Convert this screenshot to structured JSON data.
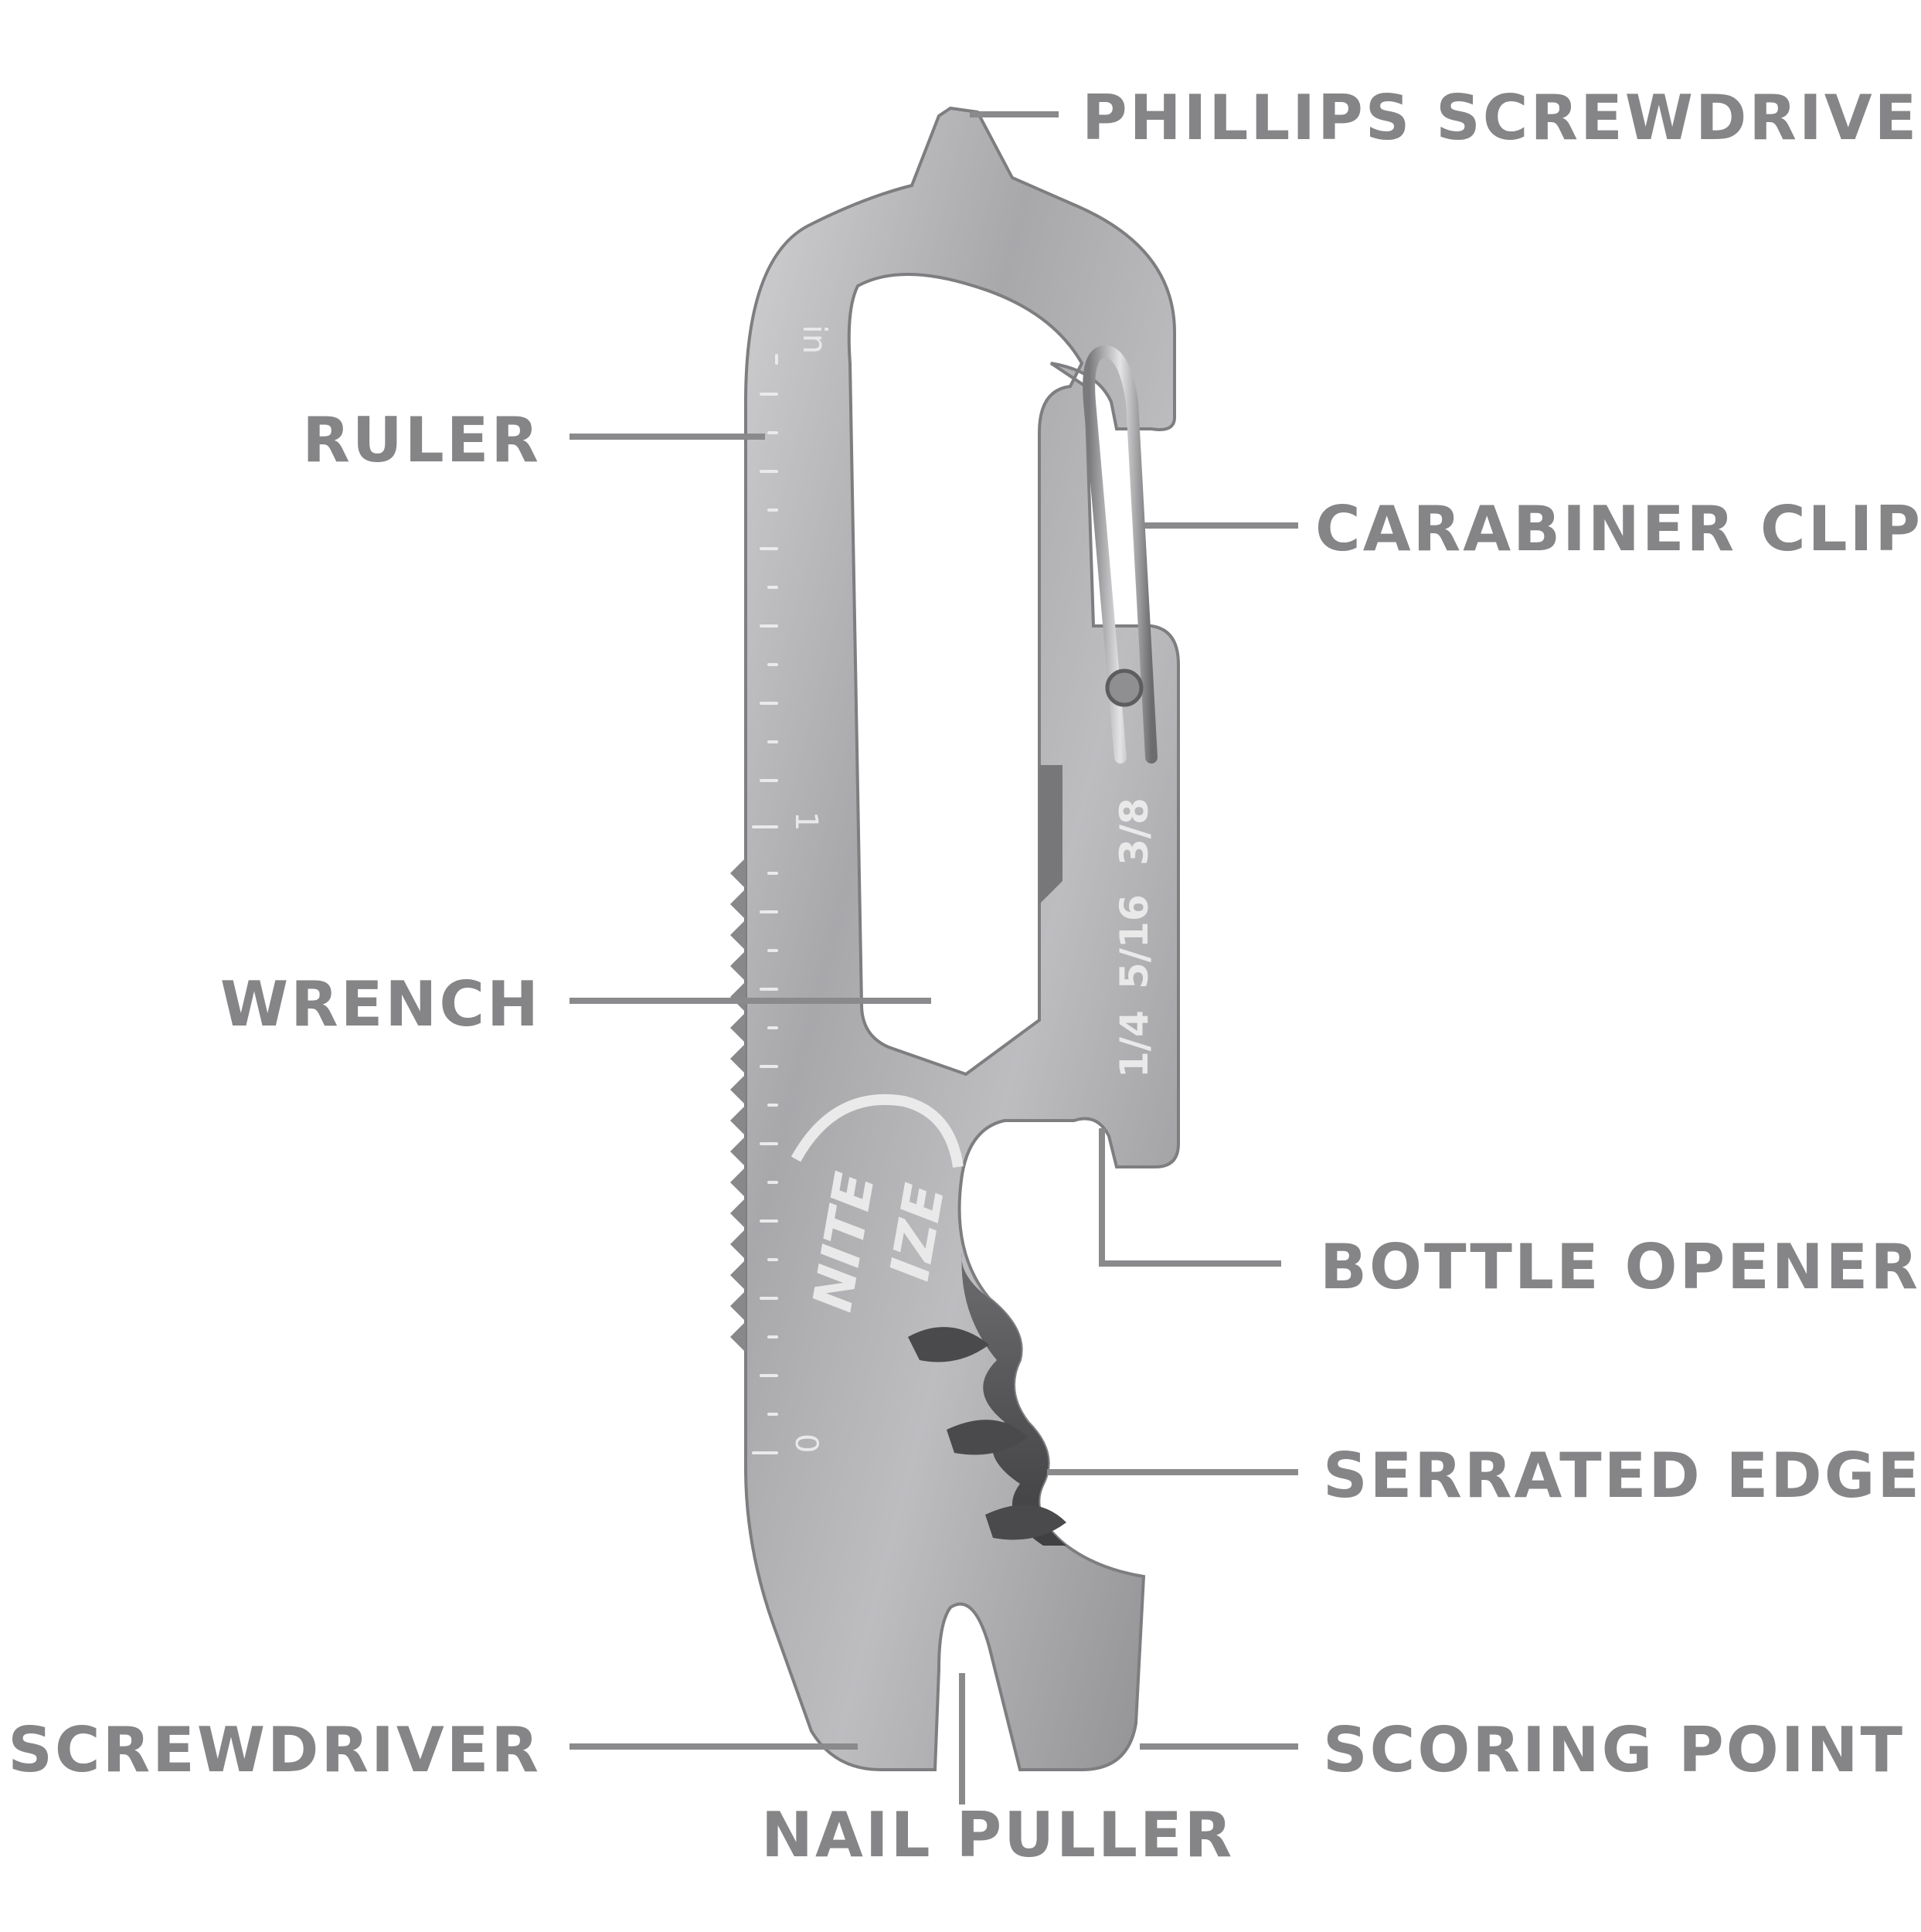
{
  "callouts": {
    "phillips_screwdriver": "PHILLIPS SCREWDRIVER",
    "ruler": "RULER",
    "carabiner_clip": "CARABINER CLIP",
    "wrench": "WRENCH",
    "bottle_opener": "BOTTLE OPENER",
    "serrated_edge": "SERRATED EDGE",
    "screwdriver": "SCREWDRIVER",
    "scoring_point": "SCORING POINT",
    "nail_puller": "NAIL PULLER"
  },
  "tool_engravings": {
    "brand_line1": "NITE",
    "brand_line2": "IZE",
    "ruler_unit": "in",
    "ruler_mark_one": "1",
    "ruler_mark_zero": "0",
    "wrench_sizes": [
      "3/8",
      "5/16",
      "1/4"
    ]
  },
  "colors": {
    "label_text": "#858587",
    "leader_line": "#8a8a8c",
    "steel_light": "#c9c9cb",
    "steel_mid": "#9e9ea1",
    "steel_dark": "#5a5a5d",
    "engraving": "#e9e9ea"
  }
}
